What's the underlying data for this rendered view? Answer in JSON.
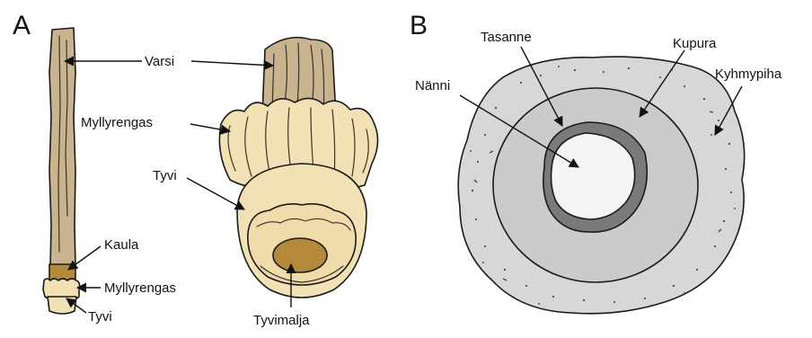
{
  "panels": {
    "a": {
      "letter": "A",
      "labels": {
        "varsi": "Varsi",
        "myllyrengas_top": "Myllyrengas",
        "tyvi_top": "Tyvi",
        "kaula": "Kaula",
        "myllyrengas_bottom": "Myllyrengas",
        "tyvi_bottom": "Tyvi",
        "tyvimalja": "Tyvimalja"
      }
    },
    "b": {
      "letter": "B",
      "labels": {
        "tasanne": "Tasanne",
        "kupura": "Kupura",
        "nanni": "Nänni",
        "kyhmypiha": "Kyhmypiha"
      }
    }
  },
  "colors": {
    "stalk": "#c9b48f",
    "ring_cream": "#f1e1b4",
    "base_brown": "#b48a3a",
    "yard_gray": "#d7d7d7",
    "dome_gray": "#cbcbcb",
    "terrace_dark": "#7a7a7a",
    "nipple_white": "#f4f4f4"
  }
}
